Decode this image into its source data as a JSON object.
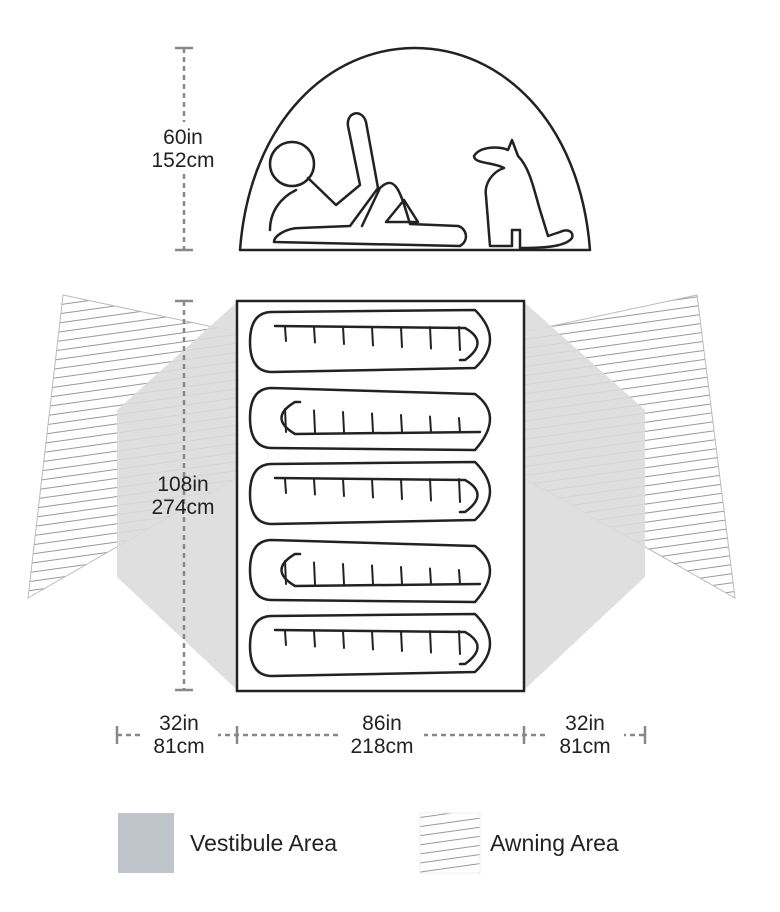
{
  "height_dim": {
    "imperial": "60in",
    "metric": "152cm"
  },
  "length_dim": {
    "imperial": "108in",
    "metric": "274cm"
  },
  "width_dims": [
    {
      "imperial": "32in",
      "metric": "81cm"
    },
    {
      "imperial": "86in",
      "metric": "218cm"
    },
    {
      "imperial": "32in",
      "metric": "81cm"
    }
  ],
  "legend": [
    {
      "label": "Vestibule Area",
      "color": "#c0c5cb"
    },
    {
      "label": "Awning Area",
      "pattern": "hatch"
    }
  ],
  "colors": {
    "vestibule": "#dcdcdc",
    "outline": "#222222",
    "dimension": "#888888"
  },
  "sleeping_bag_count": 5
}
